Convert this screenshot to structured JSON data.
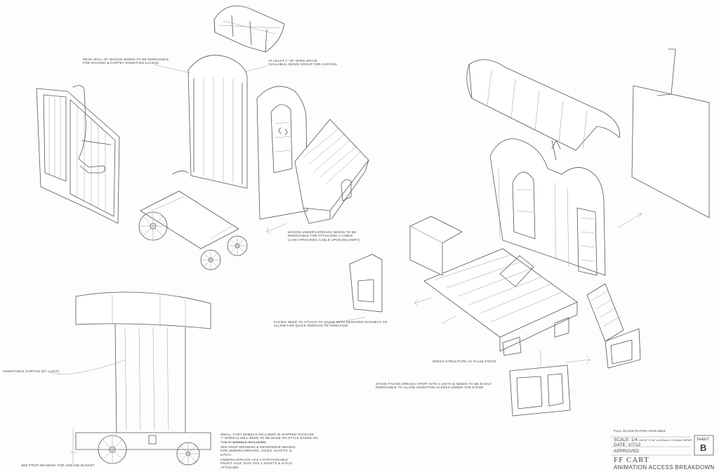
{
  "notes": {
    "rear_wall": [
      "REAR WALL OF WAGON NEEDS TO BE REMOVABLE",
      "FOR RIGGING & PUPPET ANIMATION ACCESS"
    ],
    "open_space": [
      "AT LEAST 1\" OF OPEN SPACE",
      "AVAILABLE ABOVE GROUP FOR CURTAIN"
    ],
    "undercarriage": [
      "WAGON UNDERCARRIAGE NEEDS TO BE",
      "REMOVABLE FOR ATTACHING A CABLE",
      "(LAIKA PROVIDES CABLE UPON DELIVERY)"
    ],
    "facing": [
      "FACING NEED TO ATTACH TO STAGE WITH REGISTER MAGNETS TO",
      "ALLOW FOR QUICK REMOVAL IN ANIMATION"
    ],
    "dress": "DRESS STRUCTURE AS FALSE POSTS",
    "stage_facing": [
      "STAGE FACING BREAKS APART INTO 4 UNITS & NEEDS TO BE EASILY",
      "REMOVABLE TO ALLOW ANIMATION ACCESS UNDER THE STAGE"
    ],
    "curtain": "ANIMATABLE CURTAIN (BY LAIKA)",
    "small_cart": [
      "SMALL CART WHEELS INCLUDED IN SHIPPED PACKAGE",
      "7\" WHEELS WILL NEED TO BE MADE ON STYLE BASED ON",
      "THE 9\" WHEELS INCLUDED"
    ],
    "prop_drawing": [
      "SEE PROP DRAWING & REFERENCE IMAGES",
      "FOR UNDERCARRIAGE, AXLES, SHAFTS, &",
      "HITCH"
    ],
    "undercarriage_axle": [
      "UNDERCARRIAGE HAS A POSITIONABLE",
      "FRONT AXLE THAT HAS A SHAFTS & HITCH",
      "ATTACHED"
    ],
    "grease": "SEE PROP DRAWING FOR GREASE BUCKET"
  },
  "title_block": {
    "plates": "FULL SCALE PLATES AVAILABLE",
    "scale_label": "SCALE: 1/4",
    "scale_detail": "ON 24\" X 36\" or 610mm X 915mm PAPER",
    "date": "DATE: 1/7/12",
    "approved": "APPROVED",
    "title": "FF CART",
    "subtitle": "ANIMATION ACCESS BREAKDOWN",
    "sheet_label": "SHEET",
    "sheet_letter": "B"
  }
}
